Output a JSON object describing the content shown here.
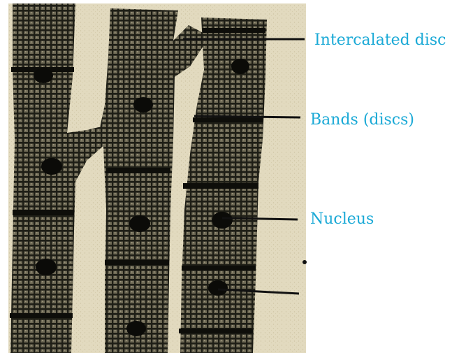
{
  "labels": {
    "intercalated_disc": "Intercalated disc",
    "bands": "Bands (discs)",
    "nucleus": "Nucleus"
  },
  "colors": {
    "label_text": "#1aa9d6",
    "background_tissue": "#e4dcc2",
    "fiber_ink": "#1e1e16",
    "leader_line": "#111111"
  }
}
